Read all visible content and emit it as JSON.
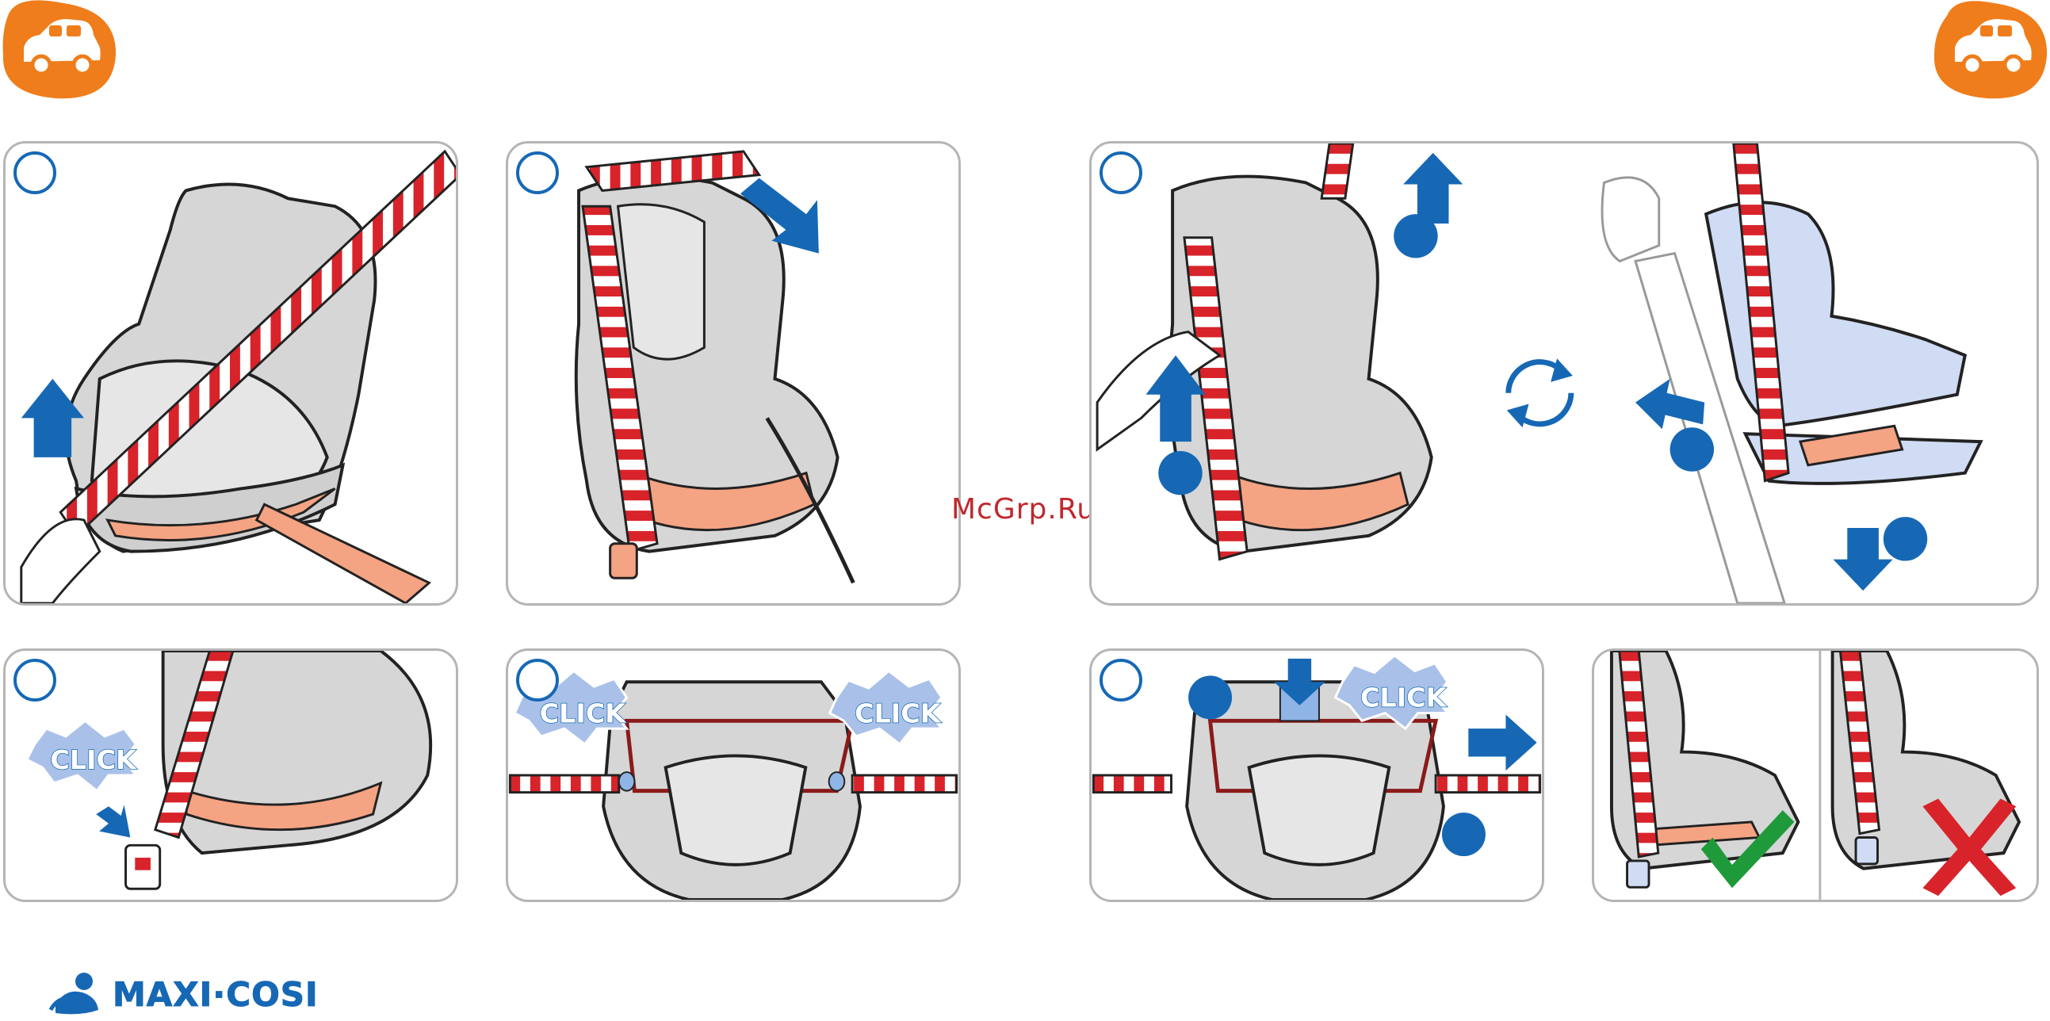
{
  "watermark": "McGrp.Ru",
  "brand": {
    "name": "MAXI·COSI"
  },
  "click_text": "CLICK",
  "colors": {
    "accent_orange": "#ef7d1b",
    "brand_blue": "#1668b5",
    "belt_red": "#d8232a",
    "guide_salmon": "#f4a383",
    "check_green": "#1f9a3a",
    "cross_red": "#d8232a",
    "seat_grey": "#d6d6d6",
    "seat_light_blue": "#cfdcf3",
    "panel_border": "#b5b5b5"
  },
  "icons": [
    "car-badge-icon",
    "up-arrow-icon",
    "down-arrow-icon",
    "right-arrow-icon",
    "rotate-icon",
    "checkmark-icon",
    "cross-icon",
    "brand-logo-icon"
  ]
}
